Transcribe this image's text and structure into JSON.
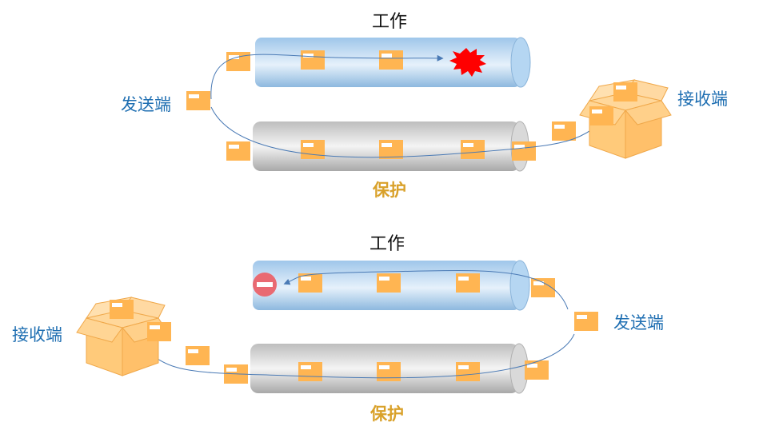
{
  "panel1": {
    "working_label": "工作",
    "protect_label": "保护",
    "sender_label": "发送端",
    "receiver_label": "接收端"
  },
  "panel2": {
    "working_label": "工作",
    "protect_label": "保护",
    "sender_label": "发送端",
    "receiver_label": "接收端"
  },
  "colors": {
    "working_pipe": "#bcd9f0",
    "protect_pipe": "#c8c8c8",
    "packet": "#ffb552",
    "box": "#ffcc80",
    "arrow": "#4a7ab5",
    "fault": "#ff0000",
    "block": "#e96a72"
  }
}
